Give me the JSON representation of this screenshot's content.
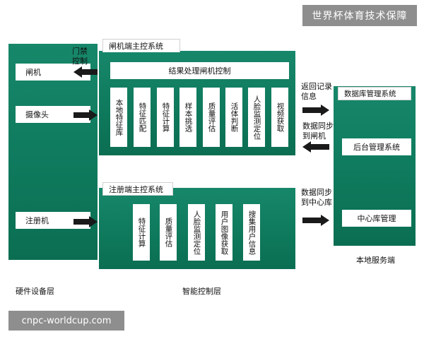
{
  "watermark_top": "世界杯体育技术保障",
  "watermark_bottom": "cnpc-worldcup.com",
  "hardware": {
    "gate": "闸机",
    "camera": "摄像头",
    "register": "注册机",
    "caption": "硬件设备层"
  },
  "gate_system": {
    "title": "闸机端主控系统",
    "result_bar": "结果处理闸机控制",
    "modules": [
      "本地特征库",
      "特征匹配",
      "特征计算",
      "样本挑选",
      "质量评估",
      "活体判断",
      "人脸监测定位",
      "视频获取"
    ]
  },
  "register_system": {
    "title": "注册端主控系统",
    "modules": [
      "特征计算",
      "质量评估",
      "人脸监测定位",
      "用户图像获取",
      "搜集用户信息"
    ]
  },
  "server": {
    "db_title": "数据库管理系统",
    "backend": "后台管理系统",
    "central": "中心库管理",
    "caption": "本地服务端"
  },
  "control_caption": "智能控制层",
  "arrows": {
    "door_control": [
      "门禁",
      "控制"
    ],
    "return_record": [
      "返回记录",
      "信息"
    ],
    "sync_to_gate": [
      "数据同步",
      "到闸机"
    ],
    "sync_to_center": [
      "数据同步",
      "到中心库"
    ]
  },
  "colors": {
    "panel_green": "#0f7a5d",
    "watermark_gray": "#8e8e8e",
    "arrow": "#1a1a1a"
  }
}
